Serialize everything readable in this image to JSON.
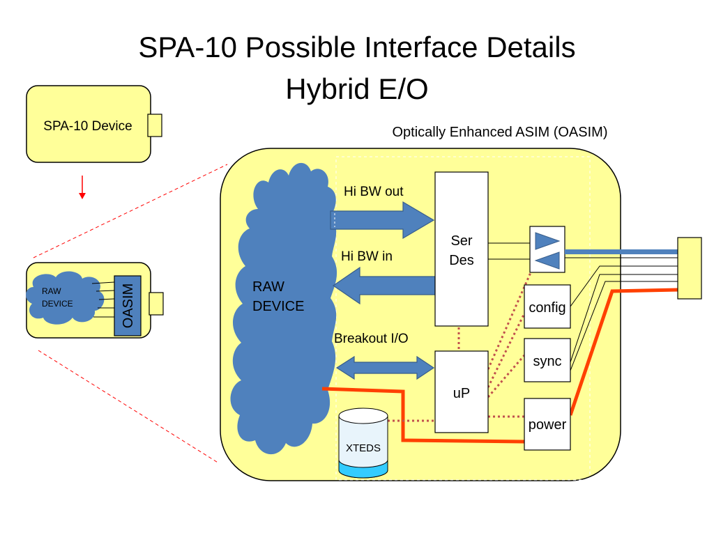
{
  "title": {
    "line1": "SPA-10 Possible Interface Details",
    "line2": "Hybrid E/O"
  },
  "diagram": {
    "spa_device_label": "SPA-10 Device",
    "small_raw_device": [
      "RAW",
      "DEVICE"
    ],
    "small_oasim_label": "OASIM",
    "oasim_caption": "Optically Enhanced ASIM (OASIM)",
    "raw_device": [
      "RAW",
      "DEVICE"
    ],
    "hi_bw_out": "Hi BW out",
    "hi_bw_in": "Hi BW in",
    "breakout_io": "Breakout I/O",
    "serdes": [
      "Ser",
      "Des"
    ],
    "up_label": "uP",
    "config_label": "config",
    "sync_label": "sync",
    "power_label": "power",
    "xteds_label": "XTEDS"
  },
  "colors": {
    "module_fill": "#ffff99",
    "cloud_fill": "#4f81bd",
    "arrow_fill": "#4f81bd",
    "power_line": "#ff4000",
    "dotted_link": "#c0504d",
    "zoom_line": "#ff0000",
    "cylinder_top": "#e8f4fb",
    "cylinder_band": "#33ccff"
  }
}
